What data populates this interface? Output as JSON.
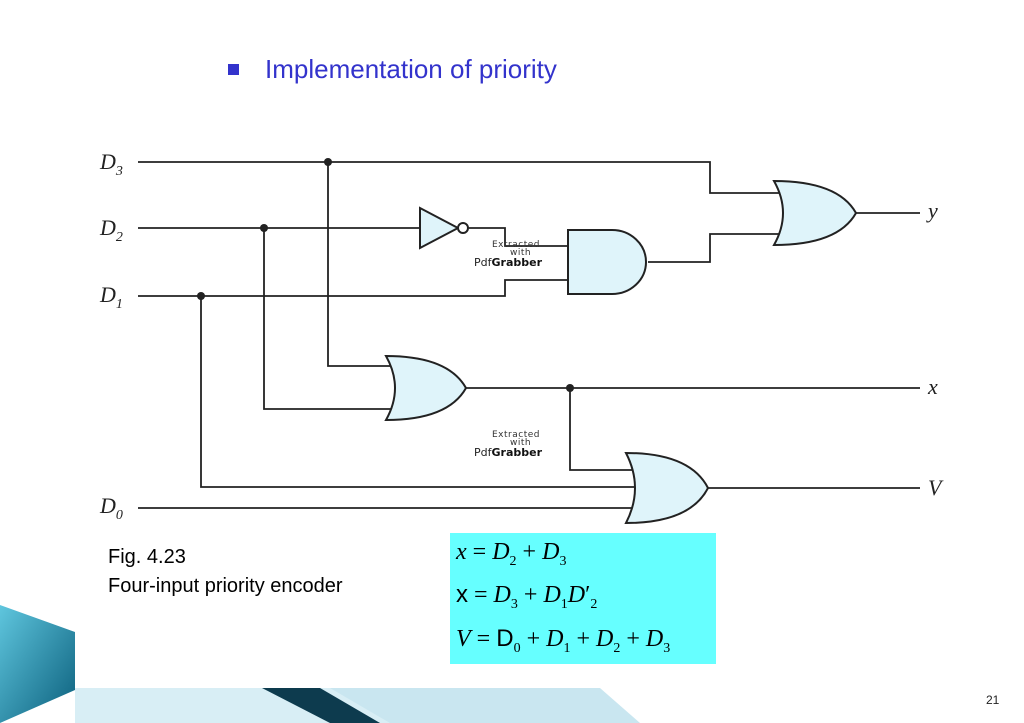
{
  "slide": {
    "title": "Implementation of priority",
    "bullet_color": "#3333cc",
    "page_number": "21"
  },
  "circuit": {
    "inputs": [
      "D3",
      "D2",
      "D1",
      "D0"
    ],
    "outputs": [
      "y",
      "x",
      "V"
    ],
    "gates": [
      "NOT",
      "AND",
      "OR",
      "OR",
      "OR"
    ],
    "gate_fill": "#dff4fa",
    "watermark": {
      "line1": "Extracted",
      "line2": "with",
      "brand_light": "Pdf",
      "brand_bold": "Grabber"
    }
  },
  "caption": {
    "figure": "Fig. 4.23",
    "description": "Four-input priority encoder"
  },
  "equations": {
    "box_color": "#66ffff",
    "eq1": "x = D2 + D3",
    "eq2": "x = D3 + D1D2′",
    "eq3": "V = D0 + D1 + D2 + D3"
  }
}
